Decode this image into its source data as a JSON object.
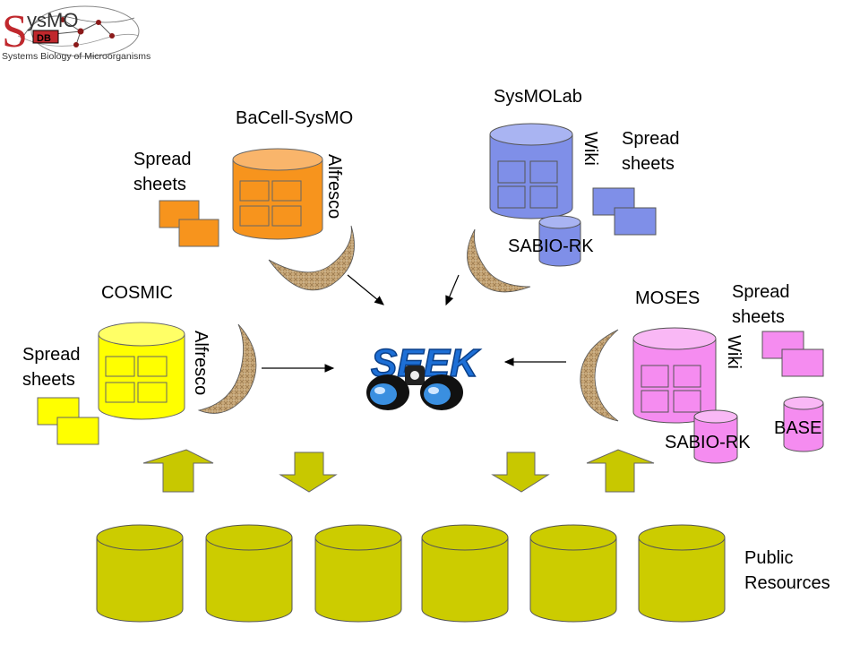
{
  "logo": {
    "name": "SysMO",
    "badge": "DB",
    "tagline": "Systems Biology of Microorganisms"
  },
  "seek_logo": {
    "text": "SEEK"
  },
  "groups": {
    "bacell": {
      "title": "BaCell-SysMO",
      "spreadsheets": "Spread\nsheets",
      "repository": "Alfresco"
    },
    "sysmolab": {
      "title": "SysMOLab",
      "spreadsheets": "Spread\nsheets",
      "wiki": "Wiki",
      "db": "SABIO-RK"
    },
    "cosmic": {
      "title": "COSMIC",
      "spreadsheets": "Spread\nsheets",
      "repository": "Alfresco"
    },
    "moses": {
      "title": "MOSES",
      "spreadsheets": "Spread\nsheets",
      "wiki": "Wiki",
      "db": "SABIO-RK",
      "db2": "BASE"
    }
  },
  "public_resources": {
    "label": "Public\nResources",
    "count": 6
  },
  "colors": {
    "bacell": "#f7941d",
    "sysmolab": "#7f8fe8",
    "cosmic": "#ffff00",
    "moses": "#f58cf0",
    "public": "#cccc00",
    "arrow_fill": "#c8c800",
    "crescent": "#c8a878",
    "logo_red": "#c0282d"
  }
}
